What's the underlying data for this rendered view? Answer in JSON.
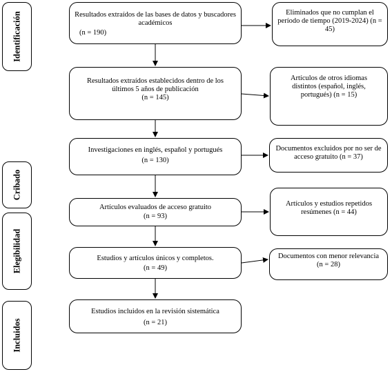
{
  "phases": {
    "identificacion": "Identificación",
    "cribado": "Cribado",
    "elegibilidad": "Elegibilidad",
    "incluidos": "Incluidos"
  },
  "main": [
    {
      "text": "Resultados extraídos de las bases de datos y buscadores académicos",
      "count": "(n = 190)"
    },
    {
      "text": "Resultados extraídos establecidos dentro de los últimos 5 años de publicación",
      "count": "(n = 145)"
    },
    {
      "text": "Investigaciones en inglés, español y portugués",
      "count": "(n = 130)"
    },
    {
      "text": "Artículos evaluados de acceso gratuito",
      "count": "(n = 93)"
    },
    {
      "text": "Estudios y artículos únicos y completos.",
      "count": "(n = 49)"
    },
    {
      "text": "Estudios incluidos en la revisión sistemática",
      "count": "(n = 21)"
    }
  ],
  "excluded": [
    {
      "text": "Eliminados que no cumplan el período de tiempo (2019-2024) (n = 45)"
    },
    {
      "text": "Artículos de otros idiomas distintos (español, inglés, portugués) (n = 15)"
    },
    {
      "text": "Documentos excluidos por no ser de acceso gratuito (n = 37)"
    },
    {
      "text": "Artículos y estudios repetidos resúmenes (n = 44)"
    },
    {
      "text": "Documentos con menor relevancia (n = 28)"
    }
  ]
}
